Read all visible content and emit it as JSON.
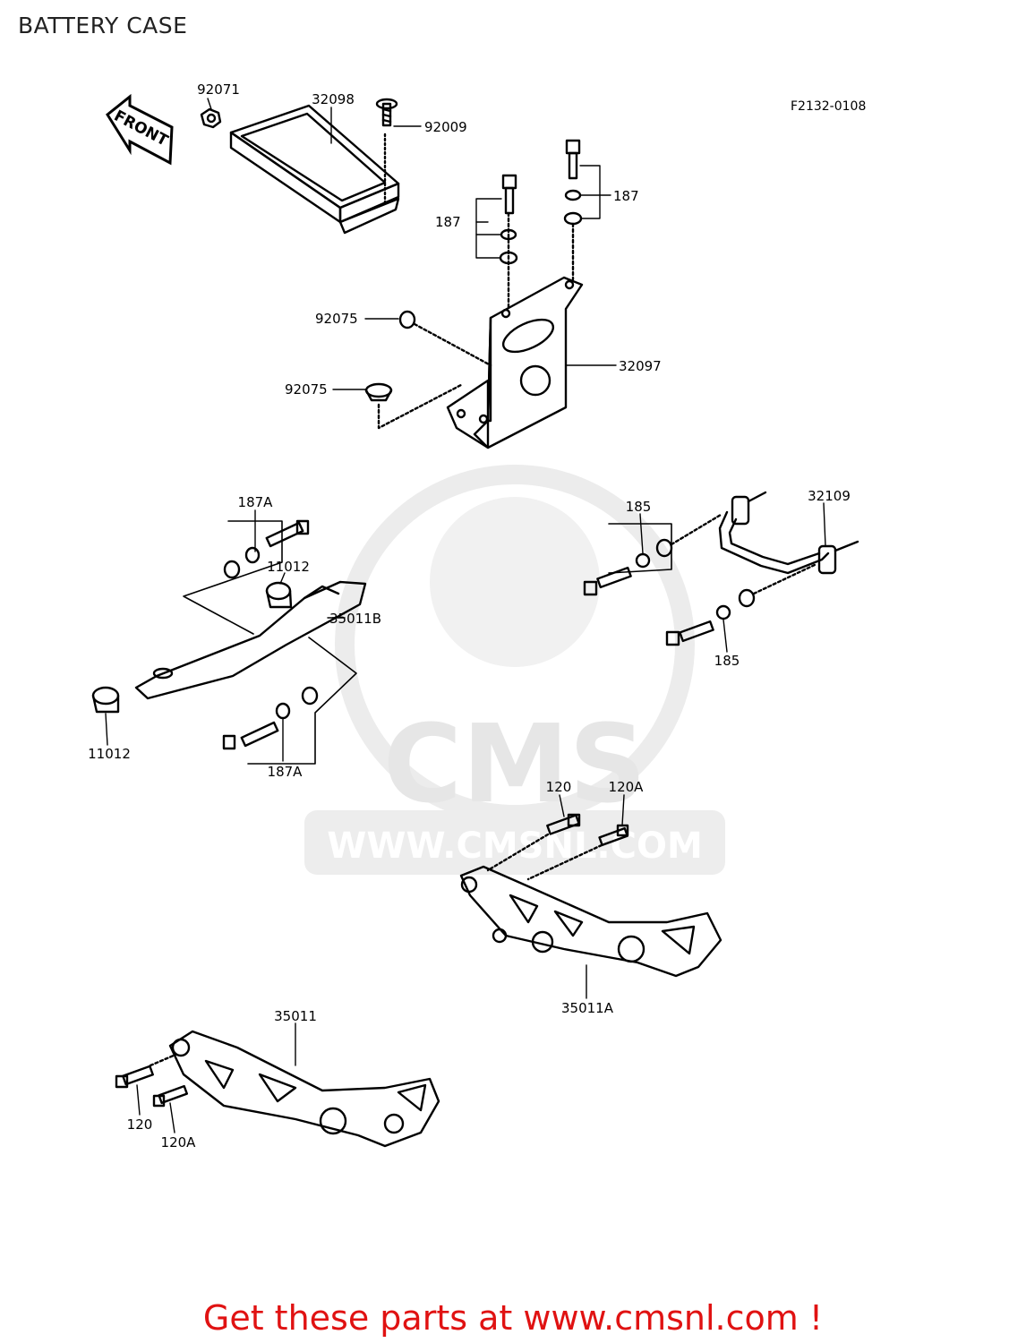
{
  "page": {
    "title": "BATTERY CASE",
    "diagram_code": "F2132-0108"
  },
  "front_marker": "FRONT",
  "watermark": {
    "brand": "CMS",
    "url": "WWW.CMSNL.COM"
  },
  "callouts": [
    "92071",
    "32098",
    "92009",
    "187",
    "187",
    "92075",
    "32097",
    "92075",
    "187A",
    "11012",
    "35011B",
    "11012",
    "187A",
    "185",
    "32109",
    "185",
    "120",
    "120A",
    "35011A",
    "35011",
    "120",
    "120A"
  ],
  "footer": {
    "text": "Get these parts at www.cmsnl.com !",
    "color": "#e01212"
  }
}
